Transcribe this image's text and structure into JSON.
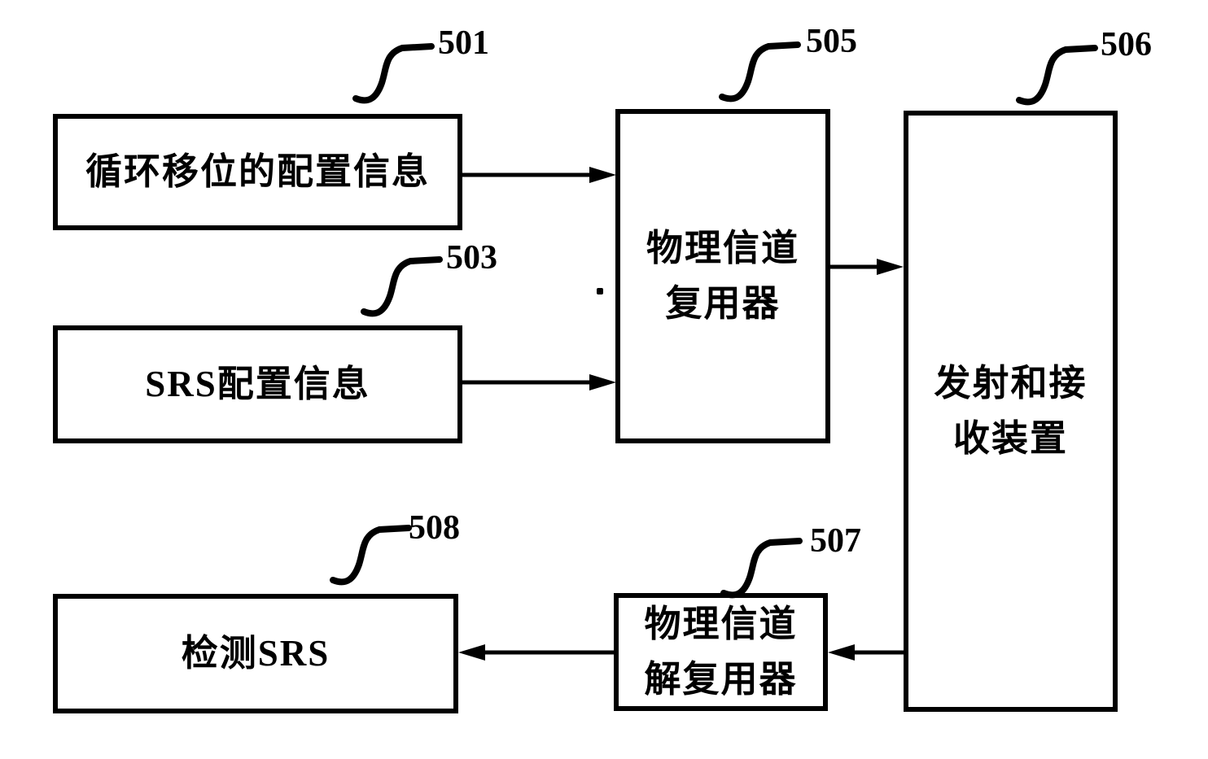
{
  "figure": {
    "colors": {
      "line": "#000000",
      "background": "#ffffff"
    },
    "boxes": [
      {
        "ref": "501",
        "label": "循环移位的配置信息"
      },
      {
        "ref": "503",
        "label": "SRS配置信息"
      },
      {
        "ref": "505",
        "label": "物理信道\n复用器"
      },
      {
        "ref": "506",
        "label": "发射和接\n收装置"
      },
      {
        "ref": "507",
        "label": "物理信道\n解复用器"
      },
      {
        "ref": "508",
        "label": "检测SRS"
      }
    ],
    "connections": [
      {
        "from": "501",
        "to": "505"
      },
      {
        "from": "503",
        "to": "505"
      },
      {
        "from": "505",
        "to": "506"
      },
      {
        "from": "506",
        "to": "507"
      },
      {
        "from": "507",
        "to": "508"
      }
    ]
  }
}
